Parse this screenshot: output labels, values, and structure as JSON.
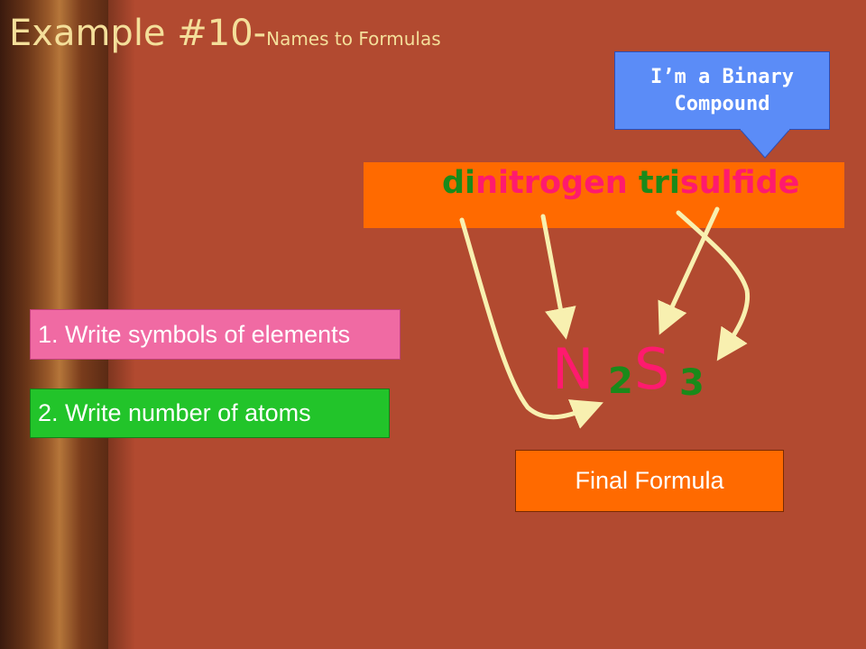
{
  "slide": {
    "title_main": "Example #10-",
    "title_sub": "Names to Formulas"
  },
  "callout": {
    "line1": "I’m a Binary",
    "line2": "Compound",
    "color": "#5b8cf7"
  },
  "compound_name": {
    "parts": [
      {
        "text": "di",
        "color": "#1a8a1a"
      },
      {
        "text": "nitrogen",
        "color": "#ff1a6e"
      },
      {
        "text": " ",
        "color": "#1a8a1a"
      },
      {
        "text": "tri",
        "color": "#1a8a1a"
      },
      {
        "text": "sulf",
        "color": "#ff1a6e"
      },
      {
        "text": "ide",
        "color": "#ff1a6e"
      }
    ]
  },
  "formula": {
    "symbol1": "N",
    "subscript1": "2",
    "symbol2": "S",
    "subscript2": "3"
  },
  "steps": {
    "step1": "1. Write symbols of elements",
    "step2": "2. Write number of atoms"
  },
  "final_label": "Final Formula"
}
